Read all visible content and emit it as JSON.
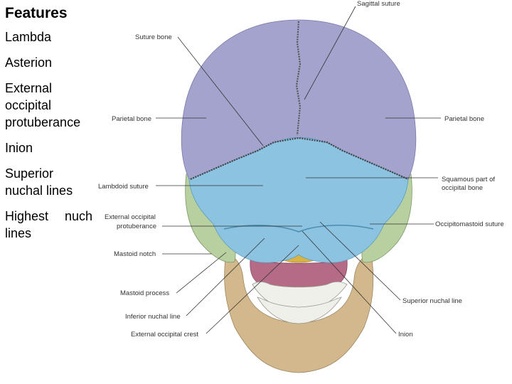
{
  "sidebar": {
    "title": "Features",
    "items": [
      "Lambda",
      "Asterion",
      "External occipital protuberance",
      "Inion",
      "Superior nuchal lines",
      "Highest nuch lines"
    ]
  },
  "diagram": {
    "labels": {
      "sagittal_suture": "Sagittal suture",
      "suture_bone": "Suture bone",
      "parietal_bone_left": "Parietal bone",
      "parietal_bone_right": "Parietal bone",
      "lambdoid_suture": "Lambdoid suture",
      "squamous_part_line1": "Squamous part of",
      "squamous_part_line2": "occipital bone",
      "ext_occ_prot_line1": "External occipital",
      "ext_occ_prot_line2": "protuberance",
      "occipitomastoid_suture": "Occipitomastoid suture",
      "mastoid_notch": "Mastoid notch",
      "mastoid_process": "Mastoid process",
      "superior_nuchal_line": "Superior nuchal line",
      "inferior_nuchal_line": "Inferior nuchal line",
      "external_occipital_crest": "External occipital crest",
      "inion": "Inion"
    },
    "colors": {
      "parietal": "#a3a3cd",
      "occipital": "#8cc3e0",
      "temporal": "#b8d0a0",
      "mandible": "#d2b88c",
      "maxilla": "#b56a86",
      "palate": "#d8b444",
      "teeth": "#f0f0ea"
    }
  }
}
